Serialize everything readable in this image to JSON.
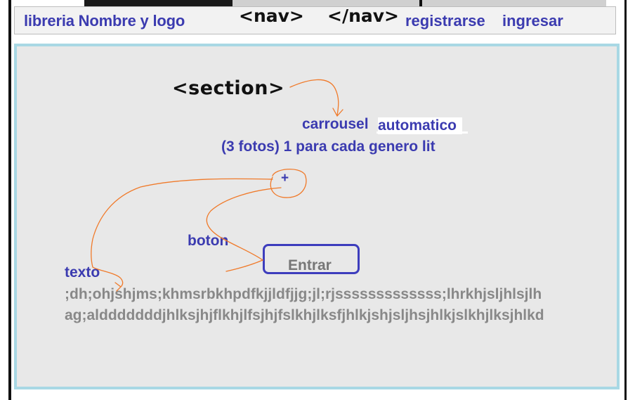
{
  "header": {
    "logo": "libreria Nombre y logo",
    "nav_open": "<nav>",
    "nav_close": "</nav>",
    "links": [
      "registrarse",
      "ingresar"
    ]
  },
  "section": {
    "tag": "<section>",
    "carrousel": "carrousel",
    "automatico": "automatico",
    "fotos": "(3 fotos) 1  para cada genero lit",
    "plus": "+",
    "boton": "boton",
    "entrar": "Entrar",
    "texto": "texto",
    "body_lines": [
      ";dh;ohjshjms;khmsrbkhpdfkjjldfjjg;jl;rjsssssssssssss;lhrkhjsljhlsjlh",
      "ag;aldddddddjhlksjhjflkhjlfsjhjfslkhjlksfjhlkjshjsljhsjhlkjslkhjlksjhlkd"
    ]
  },
  "colors": {
    "label": "#3b3bb0",
    "scribble": "#f07a2a",
    "button_border": "#3d3dbd",
    "section_border": "#a8d8e4",
    "section_bg": "#e8e8e8"
  }
}
